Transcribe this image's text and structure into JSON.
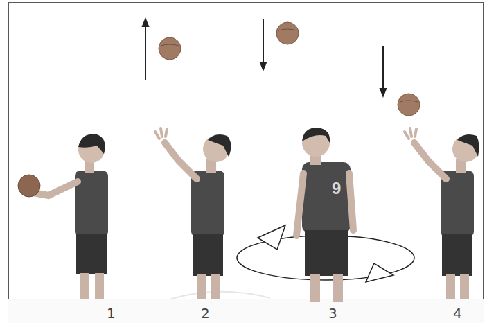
{
  "diagram": {
    "labels": [
      "1",
      "2",
      "3",
      "4",
      "9"
    ]
  }
}
